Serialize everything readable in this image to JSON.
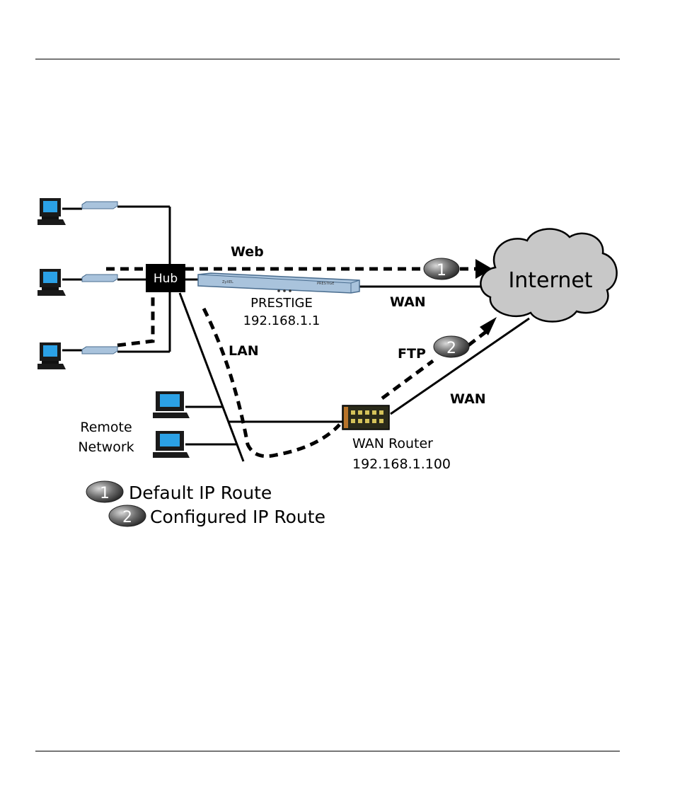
{
  "diagram": {
    "labels": {
      "web": "Web",
      "hub": "Hub",
      "prestige_name": "PRESTIGE",
      "prestige_ip": "192.168.1.1",
      "prestige_brand_left": "ZyXEL",
      "prestige_brand_right": "PRESTIGE",
      "wan_top": "WAN",
      "lan": "LAN",
      "ftp": "FTP",
      "wan_bottom": "WAN",
      "internet": "Internet",
      "remote_line1": "Remote",
      "remote_line2": "Network",
      "router_name": "WAN Router",
      "router_ip": "192.168.1.100"
    },
    "badges": {
      "route1": "1",
      "route2": "2"
    },
    "legend": [
      {
        "number": "1",
        "text": "Default IP Route"
      },
      {
        "number": "2",
        "text": "Configured IP Route"
      }
    ],
    "colors": {
      "line": "#000000",
      "hub": "#000000",
      "cloud": "#c8c8c8",
      "prestige": "#a9c3dc",
      "screen": "#2ba1e6",
      "badge": "#555555"
    }
  }
}
